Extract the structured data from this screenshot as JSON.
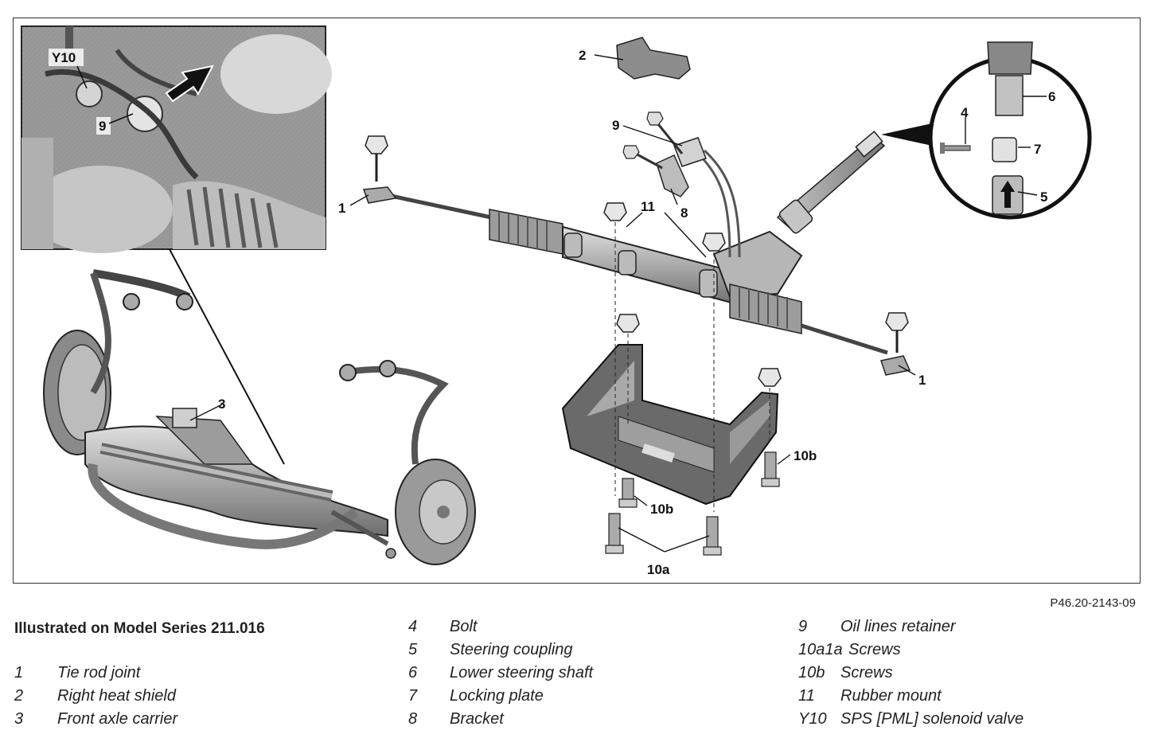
{
  "figure": {
    "code": "P46.20-2143-09",
    "inset_labels": {
      "y10": "Y10",
      "nine": "9"
    },
    "callouts": {
      "c1_left": "1",
      "c1_right": "1",
      "c2": "2",
      "c3": "3",
      "c4": "4",
      "c5": "5",
      "c6": "6",
      "c7": "7",
      "c8": "8",
      "c9": "9",
      "c10a": "10a",
      "c10b_upper": "10b",
      "c10b_lower": "10b",
      "c11": "11"
    }
  },
  "legend": {
    "subtitle": "Illustrated on Model Series 211.016",
    "col_a": [
      {
        "num": "1",
        "label": "Tie rod joint"
      },
      {
        "num": "2",
        "label": "Right heat shield"
      },
      {
        "num": "3",
        "label": "Front axle carrier"
      }
    ],
    "col_b": [
      {
        "num": "4",
        "label": "Bolt"
      },
      {
        "num": "5",
        "label": "Steering coupling"
      },
      {
        "num": "6",
        "label": "Lower steering shaft"
      },
      {
        "num": "7",
        "label": "Locking plate"
      },
      {
        "num": "8",
        "label": "Bracket"
      }
    ],
    "col_c": [
      {
        "num": "9",
        "label": "Oil lines retainer"
      },
      {
        "num": "10a1a",
        "label": "Screws"
      },
      {
        "num": "10b",
        "label": "Screws"
      },
      {
        "num": "11",
        "label": "Rubber mount"
      },
      {
        "num": "Y10",
        "label": "SPS [PML] solenoid valve"
      }
    ]
  }
}
